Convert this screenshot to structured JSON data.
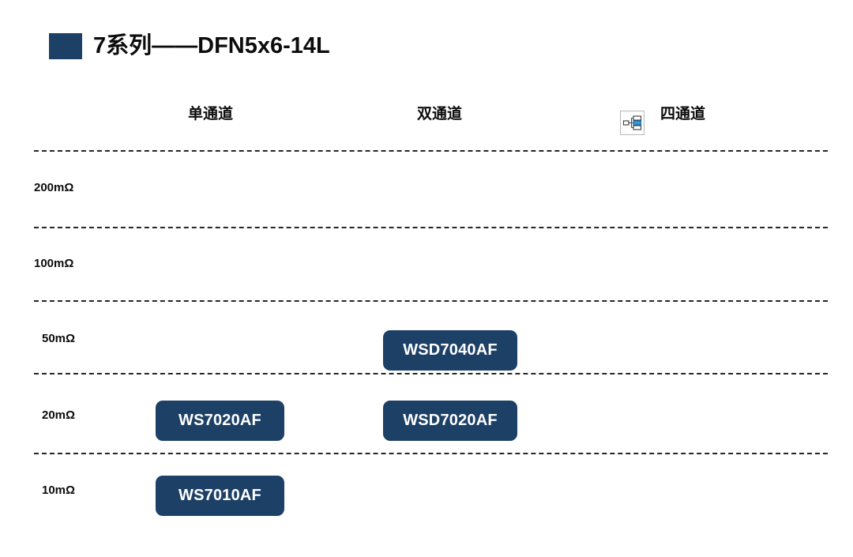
{
  "title": {
    "text": "7系列——DFN5x6-14L",
    "bullet_color": "#1d4066"
  },
  "columns": [
    {
      "label": "单通道",
      "key": "single"
    },
    {
      "label": "双通道",
      "key": "dual"
    },
    {
      "label": "四通道",
      "key": "quad"
    }
  ],
  "header_icon": {
    "name": "hierarchy-smartart-icon",
    "accent_color": "#2e9bdf",
    "border_color": "#b8b8b8"
  },
  "rows": [
    {
      "label": "200mΩ"
    },
    {
      "label": "100mΩ"
    },
    {
      "label": "50mΩ"
    },
    {
      "label": "20mΩ"
    },
    {
      "label": "10mΩ"
    }
  ],
  "chips": [
    {
      "label": "WSD7040AF",
      "row": "50mΩ",
      "column": "双通道"
    },
    {
      "label": "WS7020AF",
      "row": "20mΩ",
      "column": "单通道"
    },
    {
      "label": "WSD7020AF",
      "row": "20mΩ",
      "column": "双通道"
    },
    {
      "label": "WS7010AF",
      "row": "10mΩ",
      "column": "单通道"
    }
  ],
  "colors": {
    "navy": "#1d4066",
    "dash": "#262626",
    "text": "#0c0c0c"
  }
}
